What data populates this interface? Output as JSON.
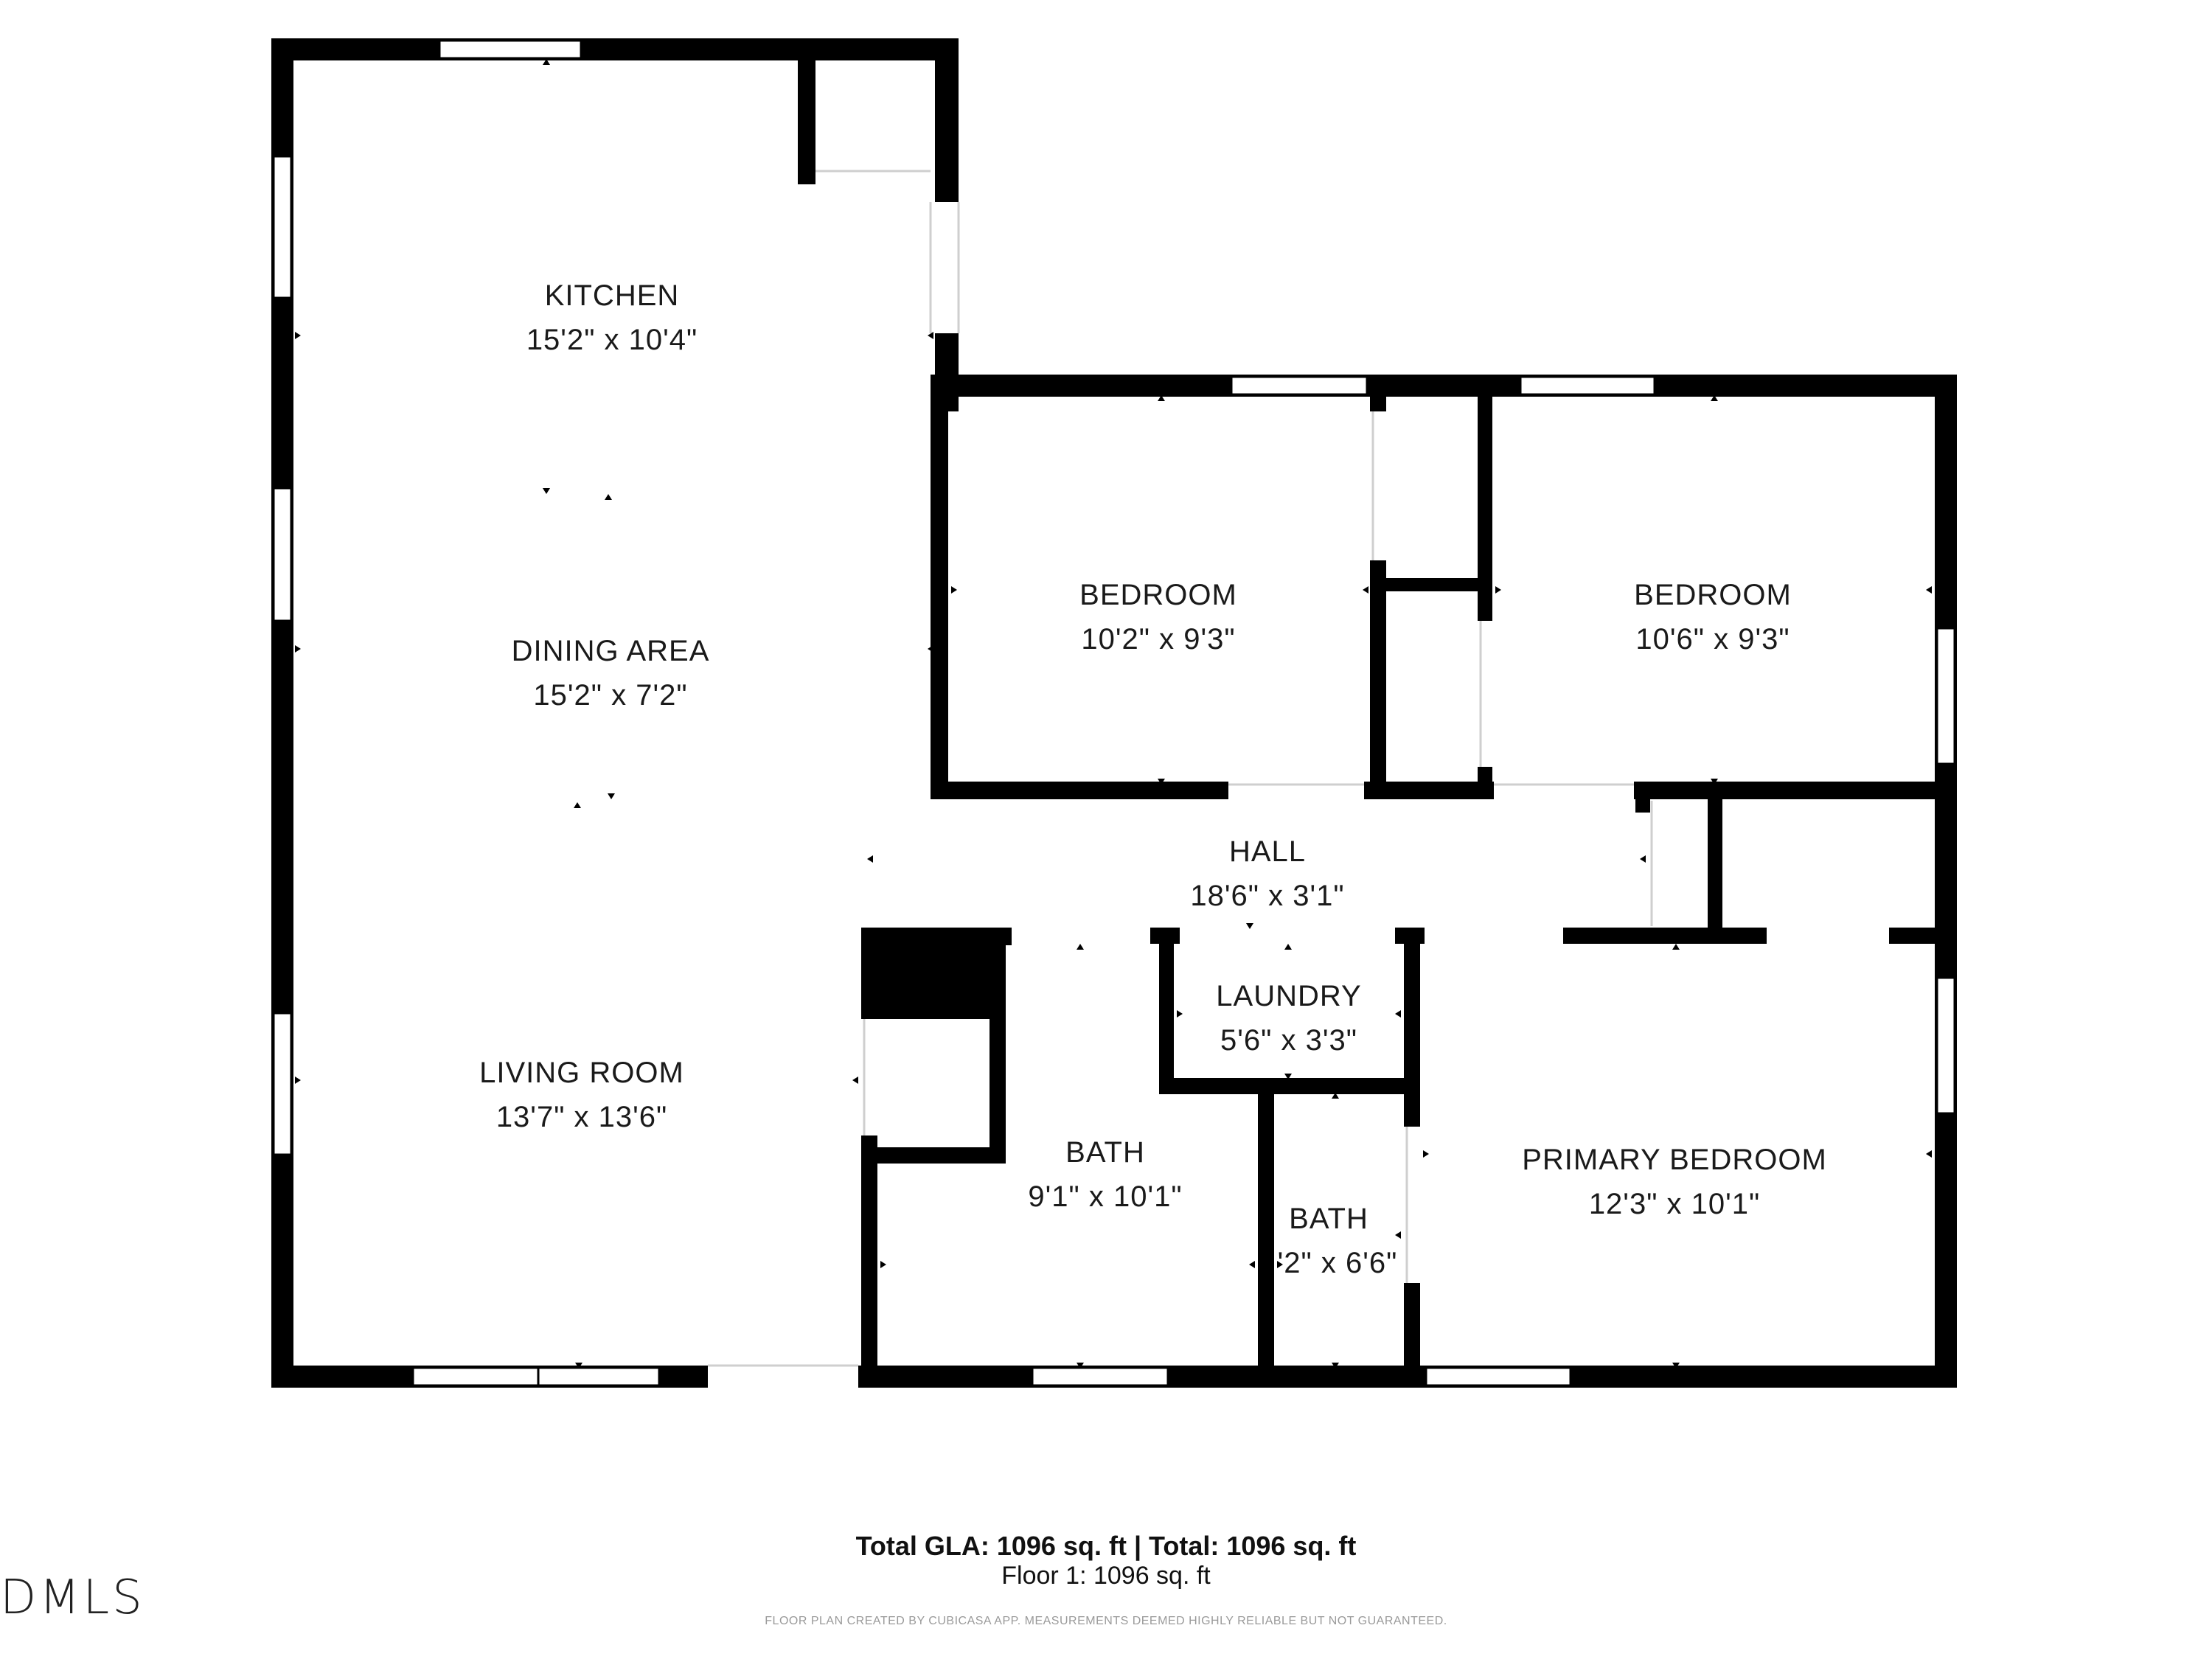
{
  "rooms": {
    "kitchen": {
      "name": "KITCHEN",
      "dim": "15'2\" x 10'4\""
    },
    "dining": {
      "name": "DINING AREA",
      "dim": "15'2\" x 7'2\""
    },
    "living": {
      "name": "LIVING ROOM",
      "dim": "13'7\" x 13'6\""
    },
    "bedroom1": {
      "name": "BEDROOM",
      "dim": "10'2\" x 9'3\""
    },
    "bedroom2": {
      "name": "BEDROOM",
      "dim": "10'6\" x 9'3\""
    },
    "hall": {
      "name": "HALL",
      "dim": "18'6\" x 3'1\""
    },
    "laundry": {
      "name": "LAUNDRY",
      "dim": "5'6\" x 3'3\""
    },
    "bath1": {
      "name": "BATH",
      "dim": "9'1\" x 10'1\""
    },
    "bath2": {
      "name": "BATH",
      "dim": "'2\" x 6'6\""
    },
    "primary": {
      "name": "PRIMARY BEDROOM",
      "dim": "12'3\" x 10'1\""
    }
  },
  "totals": {
    "main": "Total GLA: 1096 sq. ft | Total: 1096 sq. ft",
    "floor": "Floor 1: 1096 sq. ft"
  },
  "disclaimer": "FLOOR PLAN CREATED BY CUBICASA APP. MEASUREMENTS DEEMED HIGHLY RELIABLE BUT NOT GUARANTEED.",
  "logo": "DMLS",
  "colors": {
    "wall": "#000000",
    "window": "#ffffff",
    "background": "#ffffff"
  }
}
